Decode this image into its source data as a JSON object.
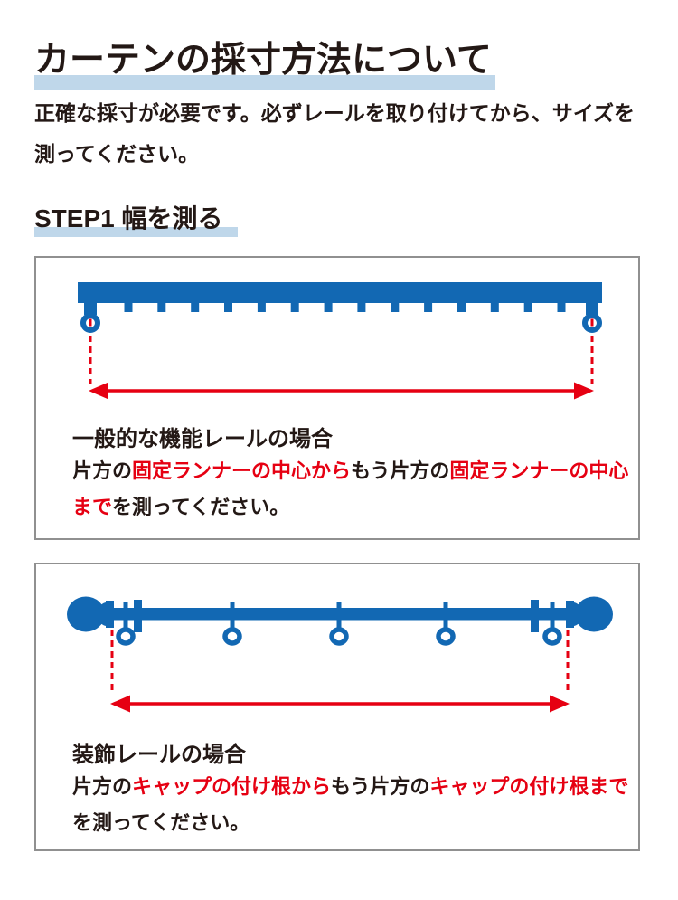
{
  "colors": {
    "rail_blue": "#1268b3",
    "measure_red": "#e60012",
    "highlight_blue": "#bfd7ea",
    "panel_border_gray": "#909090",
    "text_black": "#231815"
  },
  "title": "カーテンの採寸方法について",
  "intro": "正確な採寸が必要です。必ずレールを取り付けてから、サイズを測ってください。",
  "step1": {
    "label": "STEP1 幅を測る"
  },
  "functional_rail": {
    "heading": "一般的な機能レールの場合",
    "seg_black1": "片方の",
    "seg_red1": "固定ランナーの中心から",
    "seg_black2": "もう片方の",
    "seg_red2": "固定ランナーの中心",
    "seg_red3": "まで",
    "seg_black3": "を測ってください。"
  },
  "decorative_rail": {
    "heading": "装飾レールの場合",
    "seg_black1": "片方の",
    "seg_red1": "キャップの付け根から",
    "seg_black2": "もう片方の",
    "seg_red2": "キャップの付け根まで",
    "seg_black3": "を測ってください。"
  }
}
